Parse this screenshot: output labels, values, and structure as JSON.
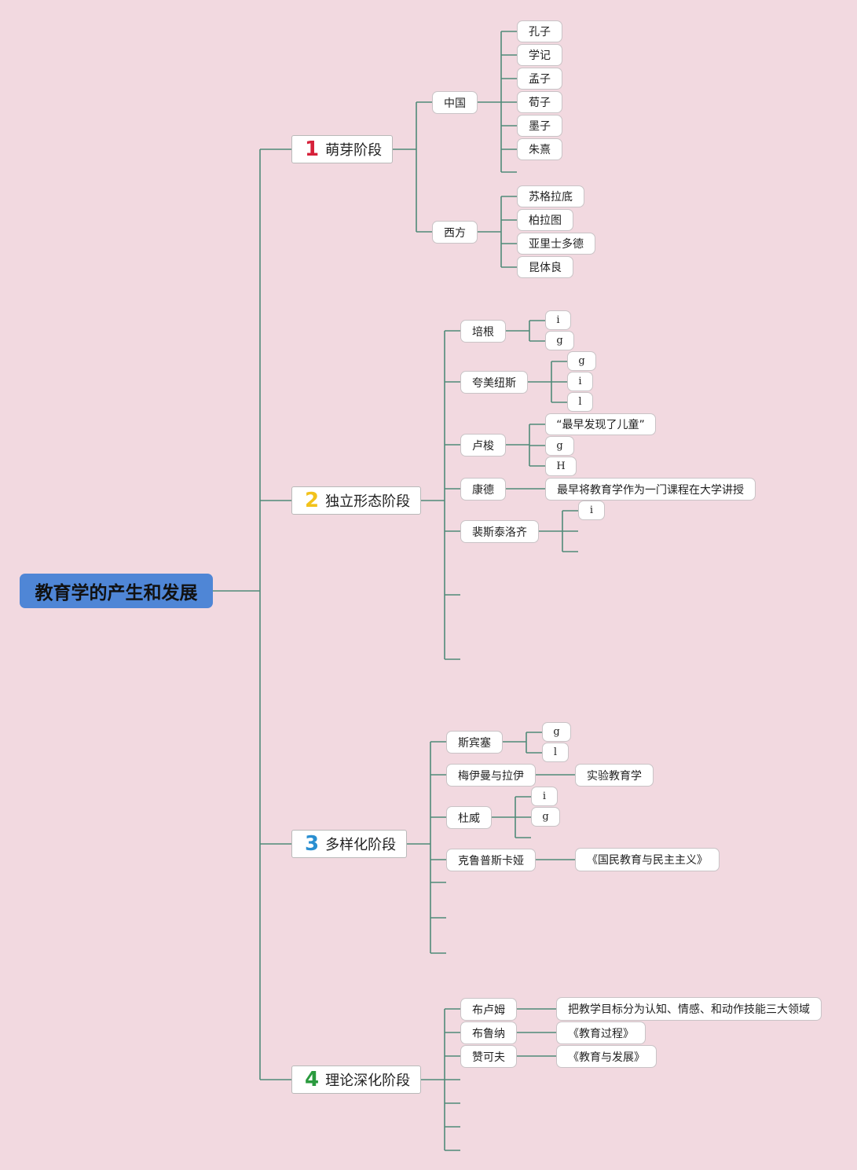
{
  "root": {
    "label": "教育学的产生和发展"
  },
  "stages": [
    {
      "num": "1",
      "color": "#d6213a",
      "label": "萌芽阶段"
    },
    {
      "num": "2",
      "color": "#f2c21b",
      "label": "独立形态阶段"
    },
    {
      "num": "3",
      "color": "#2a8fd1",
      "label": "多样化阶段"
    },
    {
      "num": "4",
      "color": "#2a9a3e",
      "label": "理论深化阶段"
    }
  ],
  "stage1": {
    "china": "中国",
    "china_items": [
      "孔子",
      "学记",
      "孟子",
      "荀子",
      "墨子",
      "朱熹"
    ],
    "west": "西方",
    "west_items": [
      "苏格拉底",
      "柏拉图",
      "亚里士多德",
      "昆体良"
    ]
  },
  "stage2": {
    "bacon": "培根",
    "bacon_items": [
      "i",
      "g"
    ],
    "comenius": "夸美纽斯",
    "comenius_items": [
      "g",
      "i",
      "l"
    ],
    "rousseau": "卢梭",
    "rousseau_items": [
      "“最早发现了儿童”",
      "g",
      "H"
    ],
    "kant": "康德",
    "kant_note": "最早将教育学作为一门课程在大学讲授",
    "pestalozzi": "裴斯泰洛齐",
    "pestalozzi_items": [
      "i"
    ]
  },
  "stage3": {
    "spencer": "斯宾塞",
    "spencer_items": [
      "g",
      "l"
    ],
    "meumann": "梅伊曼与拉伊",
    "meumann_note": "实验教育学",
    "dewey": "杜威",
    "dewey_items": [
      "i",
      "g"
    ],
    "krupskaya": "克鲁普斯卡娅",
    "krupskaya_note": "《国民教育与民主主义》"
  },
  "stage4": {
    "bloom": "布卢姆",
    "bloom_note": "把教学目标分为认知、情感、和动作技能三大领域",
    "bruner": "布鲁纳",
    "bruner_note": "《教育过程》",
    "zankov": "赞可夫",
    "zankov_note": "《教育与发展》"
  },
  "colors": {
    "background": "#f2d9e0",
    "line": "#4f8a78",
    "root_fill": "#4f86d6"
  }
}
